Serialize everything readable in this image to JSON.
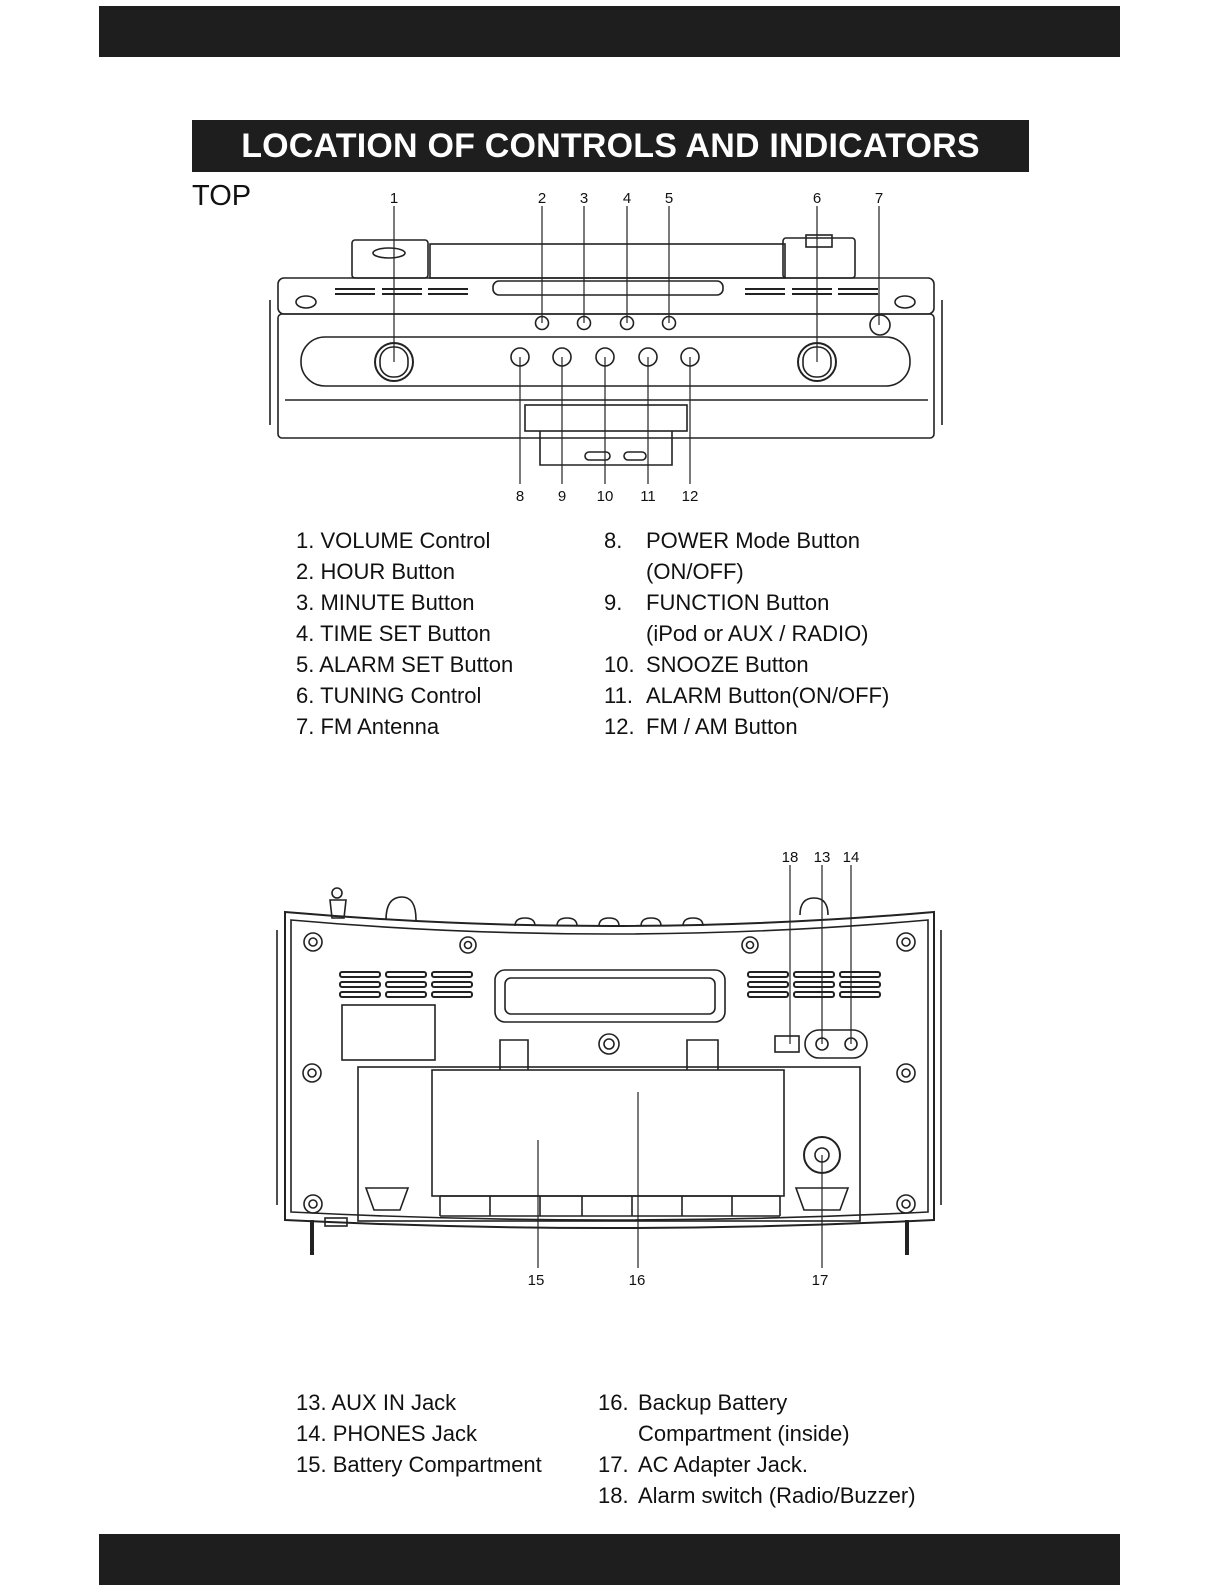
{
  "header_bar": "",
  "title": "LOCATION OF CONTROLS AND INDICATORS",
  "section_top": "TOP",
  "top_callouts": [
    "1",
    "2",
    "3",
    "4",
    "5",
    "6",
    "7",
    "8",
    "9",
    "10",
    "11",
    "12"
  ],
  "bottom_callouts": [
    "18",
    "13",
    "14",
    "15",
    "16",
    "17"
  ],
  "list_top_left": [
    {
      "text": "1. VOLUME Control"
    },
    {
      "text": "2. HOUR Button"
    },
    {
      "text": "3. MINUTE Button"
    },
    {
      "text": "4. TIME SET Button"
    },
    {
      "text": "5. ALARM SET Button"
    },
    {
      "text": "6. TUNING Control"
    },
    {
      "text": "7. FM Antenna"
    }
  ],
  "list_top_right": [
    {
      "num": "8.",
      "text": "POWER Mode Button"
    },
    {
      "num": "",
      "text": "(ON/OFF)"
    },
    {
      "num": "9.",
      "text": "FUNCTION Button"
    },
    {
      "num": "",
      "text": "(iPod or AUX / RADIO)"
    },
    {
      "num": "10.",
      "text": "SNOOZE Button"
    },
    {
      "num": "11.",
      "text": "ALARM Button(ON/OFF)"
    },
    {
      "num": "12.",
      "text": "FM / AM Button"
    }
  ],
  "list_bottom_left": [
    {
      "text": "13. AUX IN Jack"
    },
    {
      "text": "14. PHONES Jack"
    },
    {
      "text": "15. Battery Compartment"
    }
  ],
  "list_bottom_right": [
    {
      "num": "16.",
      "text": "Backup Battery"
    },
    {
      "num": "",
      "text": "Compartment (inside)"
    },
    {
      "num": "17.",
      "text": "AC Adapter Jack."
    },
    {
      "num": "18.",
      "text": "Alarm switch (Radio/Buzzer)"
    }
  ]
}
